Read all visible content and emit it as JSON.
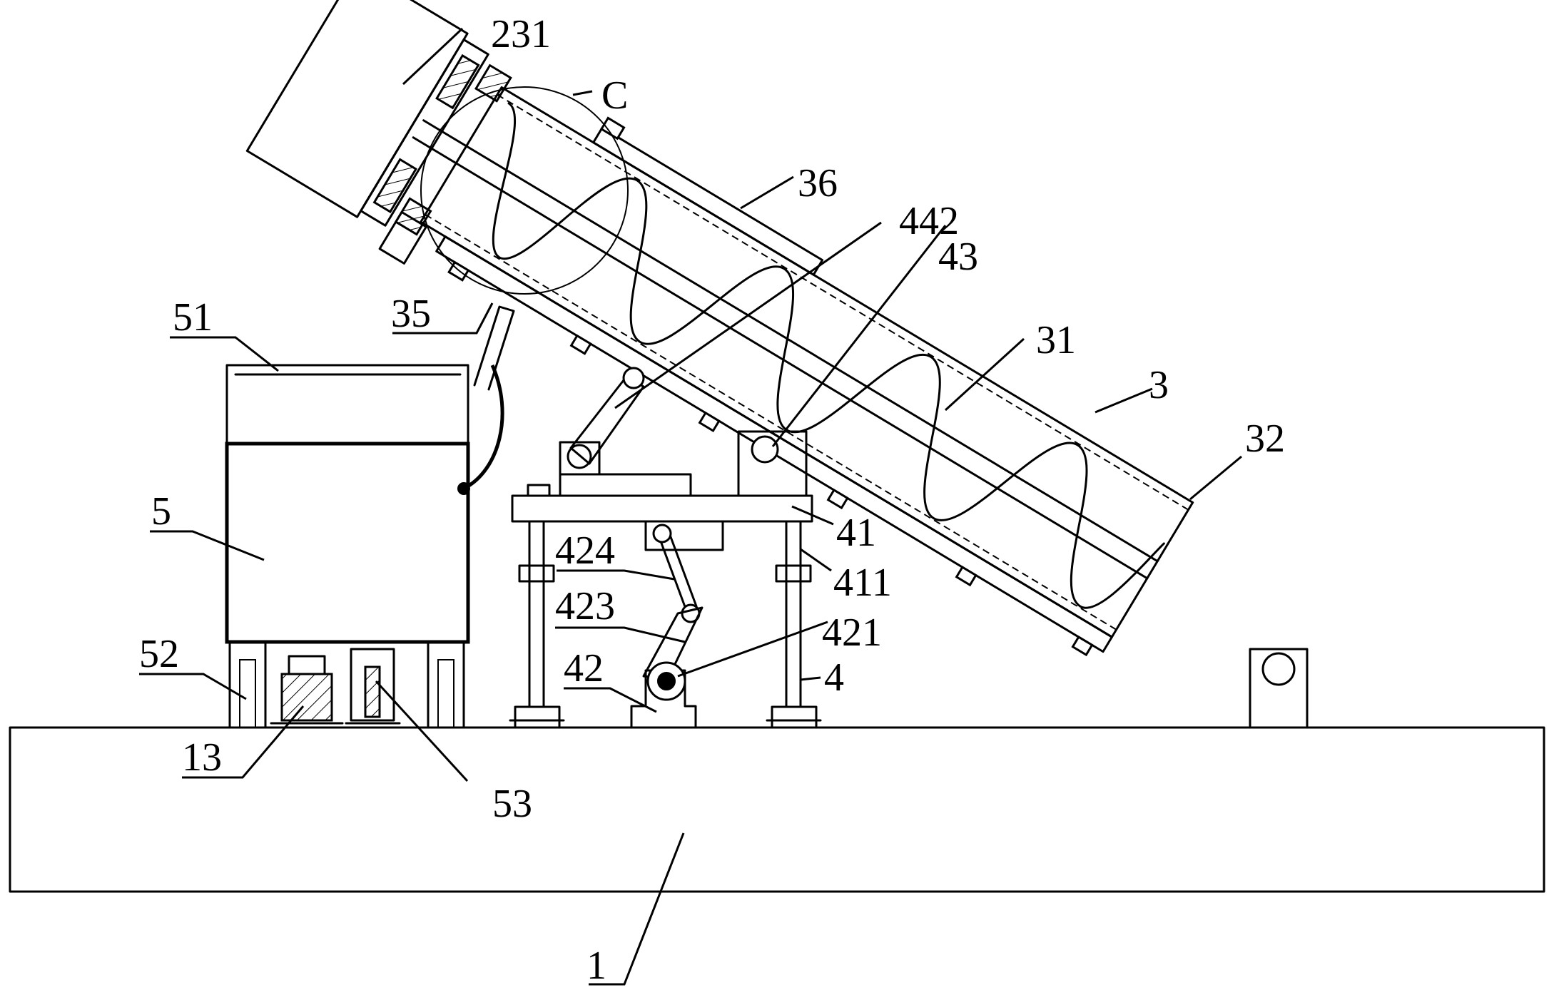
{
  "labels": {
    "l231": "231",
    "lC": "C",
    "l36": "36",
    "l442": "442",
    "l43": "43",
    "l31": "31",
    "l3": "3",
    "l32": "32",
    "l35": "35",
    "l51": "51",
    "l5": "5",
    "l41": "41",
    "l424": "424",
    "l411": "411",
    "l423": "423",
    "l421": "421",
    "l42": "42",
    "l4": "4",
    "l52": "52",
    "l13": "13",
    "l53": "53",
    "l1": "1"
  }
}
